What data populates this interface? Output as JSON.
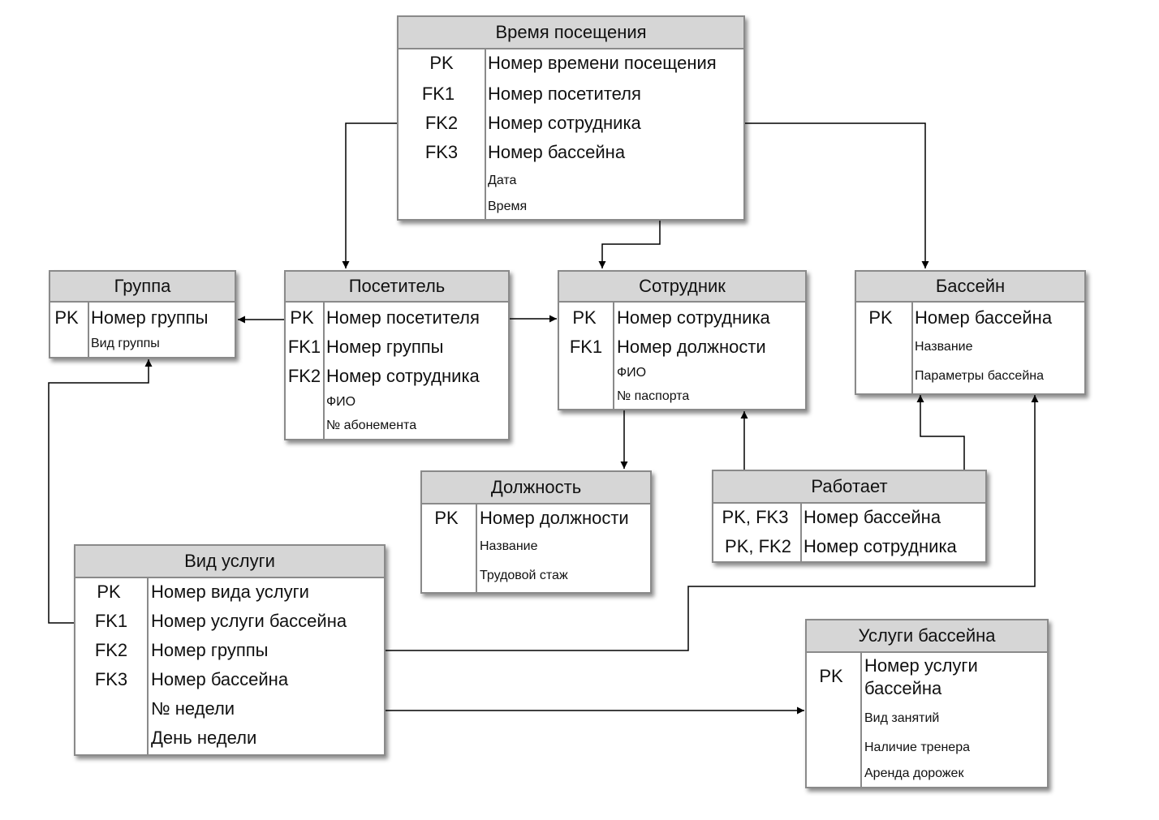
{
  "entities": {
    "vremya": {
      "title": "Время посещения",
      "rows": [
        {
          "key": "PK",
          "name": "Номер времени посещения"
        },
        {
          "key": "FK1",
          "name": "Номер посетителя"
        },
        {
          "key": "FK2",
          "name": "Номер сотрудника"
        },
        {
          "key": "FK3",
          "name": "Номер бассейна"
        },
        {
          "key": "",
          "name": "Дата"
        },
        {
          "key": "",
          "name": "Время"
        }
      ]
    },
    "gruppa": {
      "title": "Группа",
      "rows": [
        {
          "key": "PK",
          "name": "Номер группы"
        },
        {
          "key": "",
          "name": "Вид группы"
        }
      ]
    },
    "posetitel": {
      "title": "Посетитель",
      "rows": [
        {
          "key": "PK",
          "name": "Номер посетителя"
        },
        {
          "key": "FK1",
          "name": "Номер группы"
        },
        {
          "key": "FK2",
          "name": "Номер сотрудника"
        },
        {
          "key": "",
          "name": "ФИО"
        },
        {
          "key": "",
          "name": "№ абонемента"
        }
      ]
    },
    "sotrudnik": {
      "title": "Сотрудник",
      "rows": [
        {
          "key": "PK",
          "name": "Номер сотрудника"
        },
        {
          "key": "FK1",
          "name": "Номер должности"
        },
        {
          "key": "",
          "name": "ФИО"
        },
        {
          "key": "",
          "name": "№ паспорта"
        }
      ]
    },
    "bassein": {
      "title": "Бассейн",
      "rows": [
        {
          "key": "PK",
          "name": "Номер бассейна"
        },
        {
          "key": "",
          "name": "Название"
        },
        {
          "key": "",
          "name": "Параметры бассейна"
        }
      ]
    },
    "dolzhnost": {
      "title": "Должность",
      "rows": [
        {
          "key": "PK",
          "name": "Номер должности"
        },
        {
          "key": "",
          "name": "Название"
        },
        {
          "key": "",
          "name": "Трудовой стаж"
        }
      ]
    },
    "rabotaet": {
      "title": "Работает",
      "rows": [
        {
          "key": "PK, FK3",
          "name": "Номер бассейна"
        },
        {
          "key": "PK, FK2",
          "name": "Номер сотрудника"
        }
      ]
    },
    "vid_uslugi": {
      "title": "Вид услуги",
      "rows": [
        {
          "key": "PK",
          "name": "Номер вида услуги"
        },
        {
          "key": "FK1",
          "name": "Номер услуги бассейна"
        },
        {
          "key": "FK2",
          "name": "Номер группы"
        },
        {
          "key": "FK3",
          "name": "Номер бассейна"
        },
        {
          "key": "",
          "name": "№ недели"
        },
        {
          "key": "",
          "name": "День недели"
        }
      ]
    },
    "uslugi": {
      "title": "Услуги бассейна",
      "rows": [
        {
          "key": "PK",
          "name": "Номер услуги бассейна"
        },
        {
          "key": "",
          "name": "Вид занятий"
        },
        {
          "key": "",
          "name": "Наличие тренера"
        },
        {
          "key": "",
          "name": "Аренда дорожек"
        }
      ]
    }
  },
  "colors": {
    "header_fill": "#d6d6d6",
    "border": "#8a8a8a",
    "connector": "#000000"
  }
}
